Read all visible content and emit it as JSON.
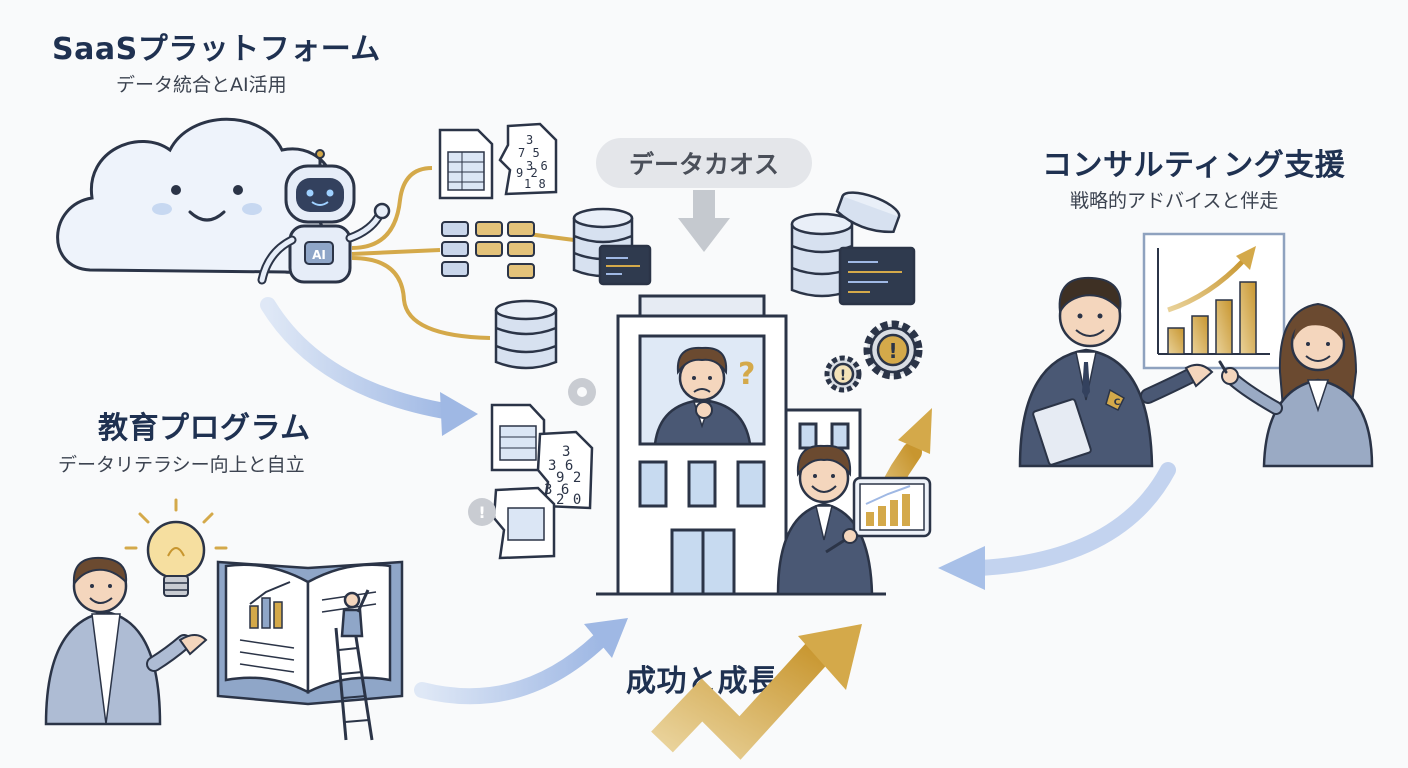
{
  "saas": {
    "title": "SaaSプラットフォーム",
    "subtitle": "データ統合とAI活用",
    "robot_badge": "AI",
    "doc_numbers": [
      "3",
      "7 5",
      "3 6",
      "9 2",
      "1 8"
    ]
  },
  "education": {
    "title": "教育プログラム",
    "subtitle": "データリテラシー向上と自立"
  },
  "chaos": {
    "label": "データカオス",
    "doc_numbers": [
      "3",
      "3 6",
      "9 2",
      "3 6",
      "2 0"
    ]
  },
  "consulting": {
    "title": "コンサルティング支援",
    "subtitle": "戦略的アドバイスと伴走",
    "badge_letter": "C"
  },
  "outcome": {
    "label": "成功と成長"
  },
  "icons": {
    "question": "?",
    "exclamation": "!"
  },
  "colors": {
    "navy": "#1f3151",
    "gold": "#d4a94a",
    "blue_arrow": "#b3c8ea",
    "suit": "#4a5874",
    "outline": "#2b3447"
  }
}
